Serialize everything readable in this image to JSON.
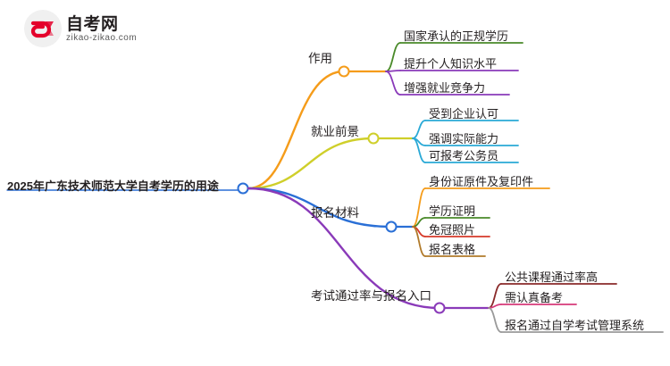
{
  "logo": {
    "brand": "自考网",
    "domain": "zikao-zikao.com",
    "mark_icon": "zikao-logo-icon",
    "mark_color": "#e4002b",
    "mark_bg": "#f2f2f2"
  },
  "diagram": {
    "type": "mindmap",
    "root": "2025年广东技术师范大学自考学历的用途",
    "branches": [
      {
        "label": "作用",
        "color": "#f59c1a",
        "children": [
          {
            "label": "国家承认的正规学历",
            "color": "#4a8a2a"
          },
          {
            "label": "提升个人知识水平",
            "color": "#8a3ab9"
          },
          {
            "label": "增强就业竞争力",
            "color": "#8a3ab9"
          }
        ]
      },
      {
        "label": "就业前景",
        "color": "#cfcf2a",
        "children": [
          {
            "label": "受到企业认可",
            "color": "#2aa9d6"
          },
          {
            "label": "强调实际能力",
            "color": "#2aa9d6"
          },
          {
            "label": "可报考公务员",
            "color": "#2aa9d6"
          }
        ]
      },
      {
        "label": "报名材料",
        "color": "#2a6fd6",
        "children": [
          {
            "label": "身份证原件及复印件",
            "color": "#f59c1a"
          },
          {
            "label": "学历证明",
            "color": "#4a8a2a"
          },
          {
            "label": "免冠照片",
            "color": "#d63a2a"
          },
          {
            "label": "报名表格",
            "color": "#b07a2a"
          }
        ]
      },
      {
        "label": "考试通过率与报名入口",
        "color": "#8a3ab9",
        "children": [
          {
            "label": "公共课程通过率高",
            "color": "#8a2a2a"
          },
          {
            "label": "需认真备考",
            "color": "#d63a7a"
          },
          {
            "label": "报名通过自学考试管理系统",
            "color": "#9a9a9a"
          }
        ]
      }
    ]
  }
}
